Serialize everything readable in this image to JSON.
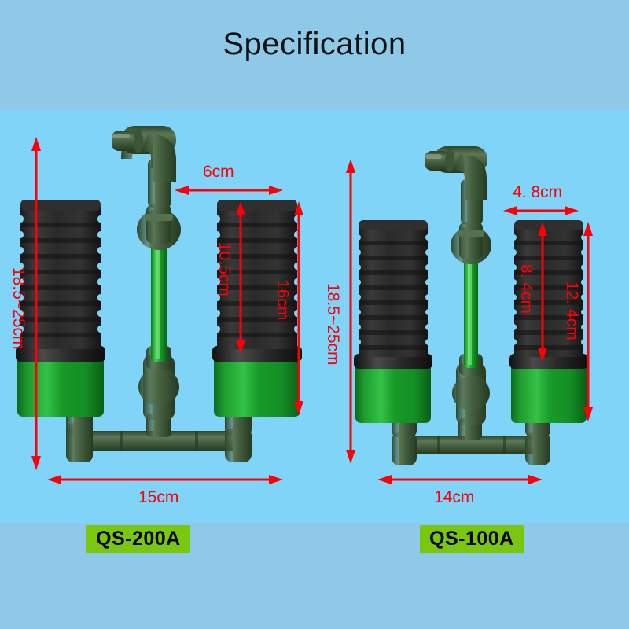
{
  "header": {
    "title": "Specification"
  },
  "colors": {
    "band_top": "#8ec9e8",
    "band_main": "#7fd4f7",
    "dimension_red": "#fb0007",
    "chip_green": "#7ac70f",
    "pipe_green": "#3f5a3a",
    "canister_green": "#1a9e2e",
    "sponge_black": "#2b2b2b"
  },
  "products": [
    {
      "model": "QS-200A",
      "dimensions": {
        "overall_height": "18.5~25cm",
        "sponge_width": "6cm",
        "sponge_height": "10.5cm",
        "unit_height": "16cm",
        "base_width": "15cm"
      }
    },
    {
      "model": "QS-100A",
      "dimensions": {
        "overall_height": "18.5~25cm",
        "sponge_width": "4. 8cm",
        "sponge_height": "8. 4cm",
        "unit_height": "12. 4cm",
        "base_width": "14cm"
      }
    }
  ]
}
